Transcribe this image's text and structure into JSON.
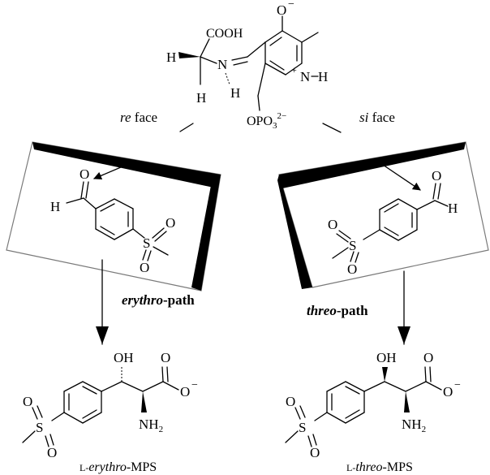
{
  "top": {
    "cooh": "COOH",
    "o_minus": "O",
    "minus": "−",
    "h_left": "H",
    "n_imine": "N",
    "h_alpha": "H",
    "h_imine": "H",
    "n_plus": "N",
    "plus": "+",
    "h_n": "H",
    "phosphate_a": "OPO",
    "phosphate_sub": "3",
    "phosphate_sup": "2−"
  },
  "faces": {
    "re_italic": "re",
    "re_rest": " face",
    "si_italic": "si",
    "si_rest": " face"
  },
  "left_panel": {
    "aldehyde_o": "O",
    "aldehyde_h": "H",
    "sulfur": "S",
    "o1": "O",
    "o2": "O"
  },
  "right_panel": {
    "aldehyde_o": "O",
    "aldehyde_h": "H",
    "sulfur": "S",
    "o1": "O",
    "o2": "O"
  },
  "paths": {
    "erythro_bold_italic": "erythro",
    "erythro_rest": "-path",
    "threo_bold_italic": "threo",
    "threo_rest": "-path"
  },
  "left_product": {
    "oh": "OH",
    "o_top": "O",
    "o_minus": "O",
    "minus": "−",
    "nh": "NH",
    "nh_sub": "2",
    "sulfur": "S",
    "o1": "O",
    "o2": "O",
    "name_prefix": "L-",
    "name_italic": "erythro",
    "name_rest": "-MPS"
  },
  "right_product": {
    "oh": "OH",
    "o_top": "O",
    "o_minus": "O",
    "minus": "−",
    "nh": "NH",
    "nh_sub": "2",
    "sulfur": "S",
    "o1": "O",
    "o2": "O",
    "name_prefix": "L-",
    "name_italic": "threo",
    "name_rest": "-MPS"
  }
}
